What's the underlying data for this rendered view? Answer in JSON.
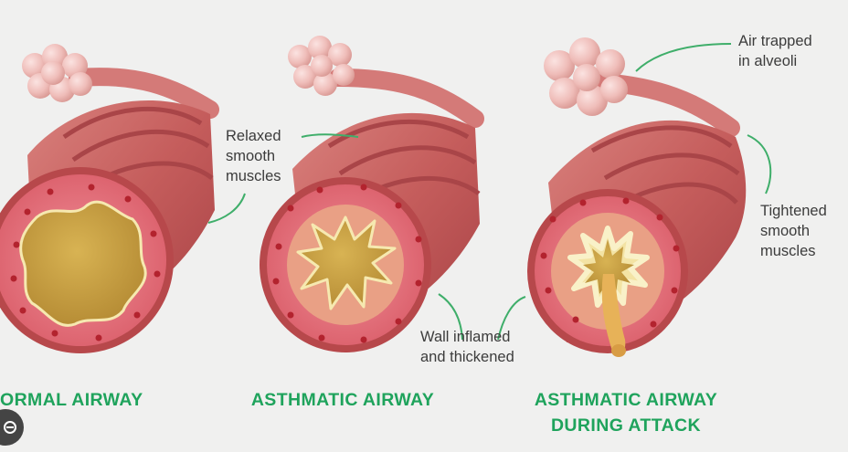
{
  "labels": {
    "relaxed_l1": "Relaxed",
    "relaxed_l2": "smooth",
    "relaxed_l3": "muscles",
    "air_l1": "Air trapped",
    "air_l2": "in alveoli",
    "tight_l1": "Tightened",
    "tight_l2": "smooth",
    "tight_l3": "muscles",
    "wall_l1": "Wall inflamed",
    "wall_l2": "and thickened"
  },
  "titles": {
    "normal": "ORMAL AIRWAY",
    "asthmatic": "ASTHMATIC AIRWAY",
    "attack_l1": "ASTHMATIC AIRWAY",
    "attack_l2": "DURING ATTACK"
  },
  "colors": {
    "title_green": "#1fa35c",
    "leader_green": "#3fae6a",
    "tube": "#c5595a",
    "lumen": "#c9a445"
  },
  "icons": {
    "corner": "overlay-logo-icon"
  }
}
